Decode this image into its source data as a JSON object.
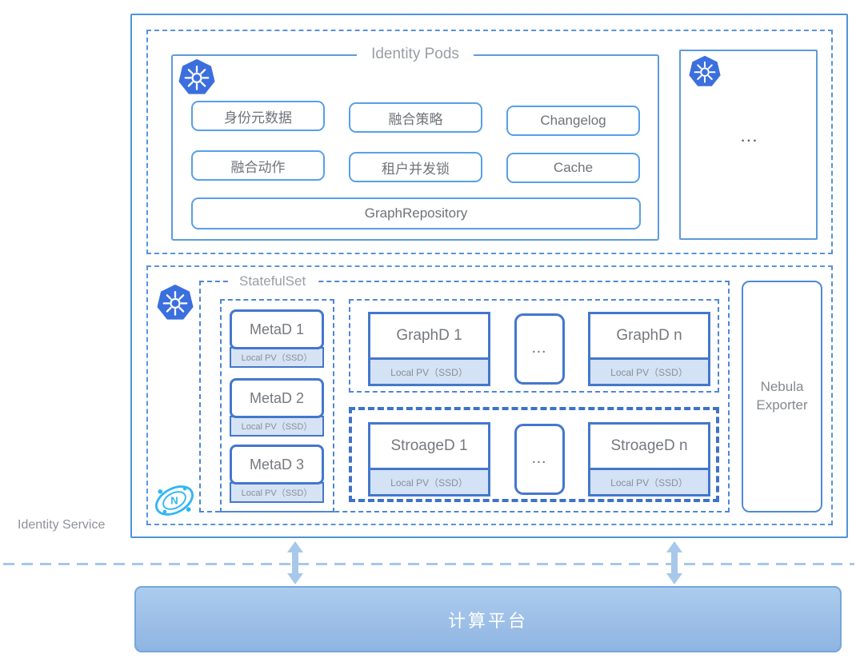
{
  "service": {
    "label": "Identity Service",
    "platform_label": "计算平台"
  },
  "pods": {
    "title": "Identity Pods",
    "modules": [
      {
        "label": "身份元数据"
      },
      {
        "label": "融合策略"
      },
      {
        "label": "Changelog"
      },
      {
        "label": "融合动作"
      },
      {
        "label": "租户并发锁"
      },
      {
        "label": "Cache"
      },
      {
        "label": "GraphRepository"
      }
    ],
    "more_pods_ellipsis": "..."
  },
  "cluster": {
    "statefulset_title": "StatefulSet",
    "meta_nodes": [
      {
        "name": "MetaD 1",
        "pv": "Local PV（SSD）"
      },
      {
        "name": "MetaD 2",
        "pv": "Local PV（SSD）"
      },
      {
        "name": "MetaD 3",
        "pv": "Local PV（SSD）"
      }
    ],
    "graph_nodes": [
      {
        "name": "GraphD 1",
        "pv": "Local PV（SSD）"
      },
      {
        "name": "GraphD n",
        "pv": "Local PV（SSD）"
      }
    ],
    "graph_ellipsis": "...",
    "storage_nodes": [
      {
        "name": "StroageD 1",
        "pv": "Local PV（SSD）"
      },
      {
        "name": "StroageD n",
        "pv": "Local PV（SSD）"
      }
    ],
    "storage_ellipsis": "...",
    "exporter_label": "Nebula Exporter"
  },
  "icons": {
    "kubernetes": "kubernetes-logo",
    "nebula": "nebula-graph-logo",
    "nebula_letter": "N"
  },
  "colors": {
    "outer_border": "#4E94D9",
    "dashed_border": "#5794DE",
    "unit_border": "#4377CD",
    "pv_fill": "#D6E3F5",
    "k8s_blue": "#3B6FDE",
    "nebula_cyan": "#2FB6F3",
    "platform_fill": "#9CBFE7",
    "platform_border": "#74A6DA",
    "arrow": "#A8C8EB",
    "text_gray": "#75797E"
  }
}
